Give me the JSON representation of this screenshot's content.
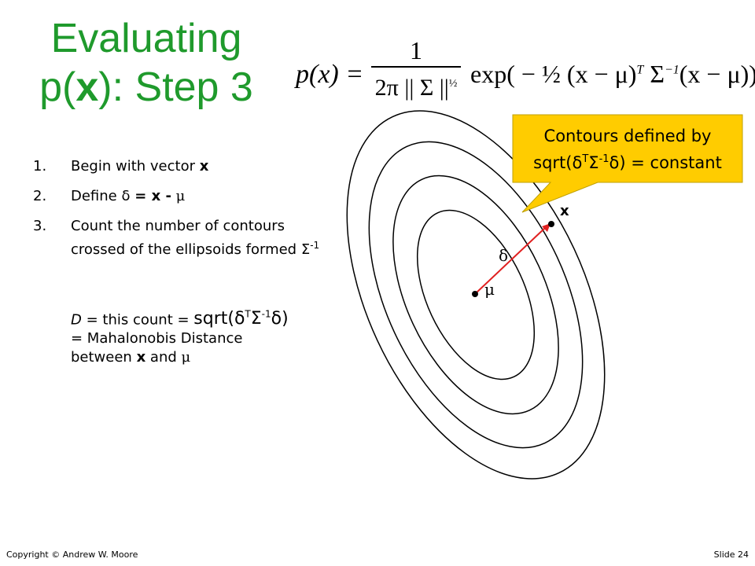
{
  "title": {
    "line1": "Evaluating",
    "line2_prefix": "p(",
    "line2_bold": "x",
    "line2_suffix": "): Step 3"
  },
  "formula": {
    "lhs": "p(x) =",
    "numerator": "1",
    "denominator": "2π || Σ ||",
    "denominator_exp": "½",
    "rest": "exp( − ½ (x − μ)",
    "rest_exp": "T",
    "rest2": " Σ",
    "rest2_exp": "−1",
    "rest3": "(x − μ))"
  },
  "steps": [
    {
      "num": "1.",
      "text": "Begin with vector ",
      "bold": "x"
    },
    {
      "num": "2.",
      "text": "Define δ ",
      "bold": "= x -",
      "tail": " μ"
    },
    {
      "num": "3.",
      "text": "Count the number of contours crossed of the ellipsoids formed Σ",
      "sup": "-1"
    }
  ],
  "distance": {
    "prefix_italic": "D",
    "prefix": " = this count = ",
    "big": "sqrt(δ",
    "big_sup1": "T",
    "big_mid": "Σ",
    "big_sup2": "-1",
    "big_end": "δ)",
    "line2": "= Mahalonobis Distance",
    "line3_pre": "between ",
    "line3_bold": "x",
    "line3_post": " and ",
    "line3_mu": "μ"
  },
  "callout": {
    "line1": "Contours defined by",
    "line2_pre": "sqrt(δ",
    "sup1": "T",
    "mid": "Σ",
    "sup2": "-1",
    "line2_post": "δ) = constant"
  },
  "diagram_labels": {
    "x": "x",
    "delta": "δ",
    "mu": "μ"
  },
  "colors": {
    "title": "#1f9a2c",
    "callout_fill": "#ffcc00",
    "arrow": "#e02020"
  },
  "footer": {
    "left": "Copyright © Andrew W. Moore",
    "right": "Slide 24"
  }
}
